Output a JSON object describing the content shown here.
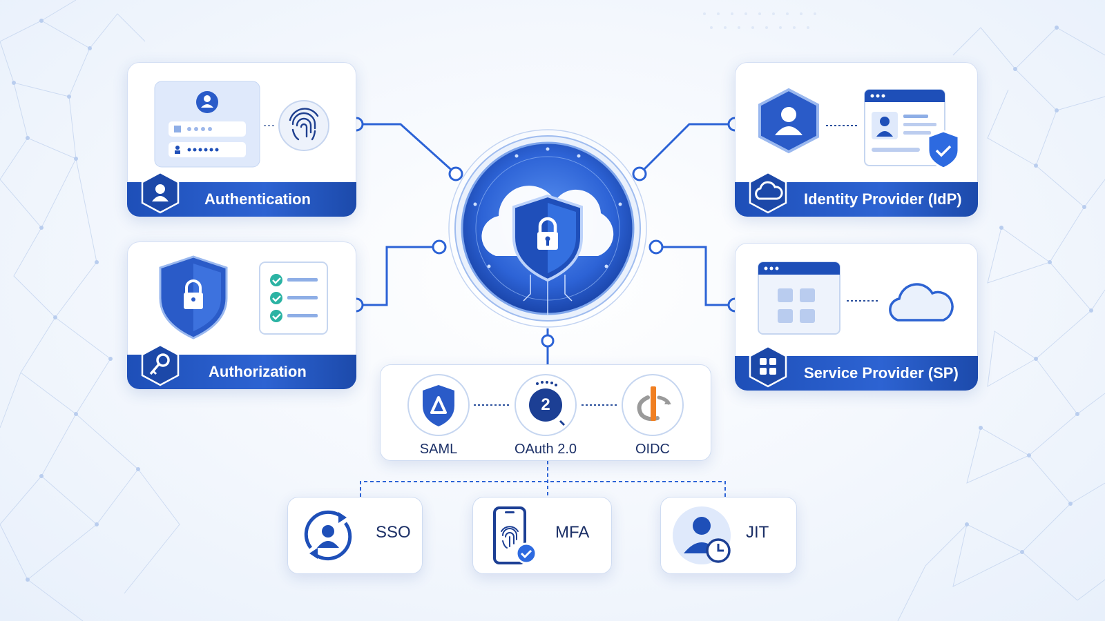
{
  "cards": {
    "authentication": {
      "title": "Authentication"
    },
    "authorization": {
      "title": "Authorization"
    },
    "identity_provider": {
      "title": "Identity Provider (IdP)"
    },
    "service_provider": {
      "title": "Service Provider (SP)"
    }
  },
  "protocols": {
    "saml": "SAML",
    "oauth": "OAuth 2.0",
    "oauth_badge": "2",
    "oidc": "OIDC"
  },
  "features": {
    "sso": "SSO",
    "mfa": "MFA",
    "jit": "JIT"
  },
  "icons": {
    "hub": "cloud-shield-lock-icon",
    "authentication": [
      "user-icon",
      "fingerprint-icon"
    ],
    "authorization": [
      "shield-lock-icon",
      "checklist-icon",
      "key-icon"
    ],
    "identity_provider": [
      "user-hexagon-icon",
      "profile-window-icon",
      "shield-check-icon",
      "cloud-icon"
    ],
    "service_provider": [
      "app-window-icon",
      "cloud-icon",
      "grid-icon"
    ],
    "protocols": [
      "saml-shield-icon",
      "oauth-icon",
      "openid-icon"
    ],
    "features": [
      "user-sync-icon",
      "phone-fingerprint-icon",
      "user-clock-icon"
    ]
  },
  "colors": {
    "primary": "#1e4fb8",
    "accent": "#3b78e7",
    "text": "#1b2f66",
    "check": "#2bb3a3",
    "openid_orange": "#f07f22",
    "openid_gray": "#9a9a9a"
  }
}
